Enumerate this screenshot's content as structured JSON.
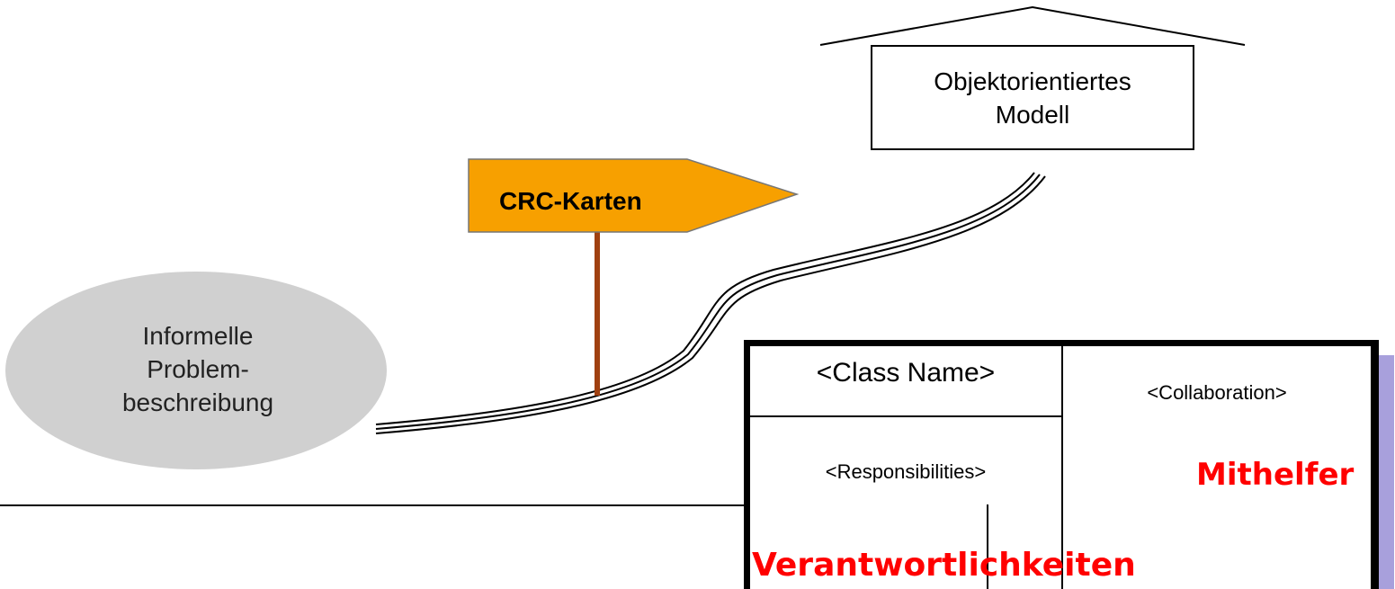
{
  "house": {
    "label_line1": "Objektorientiertes",
    "label_line2": "Modell"
  },
  "signpost": {
    "label": "CRC-Karten",
    "fill_color": "#f7a000",
    "post_color": "#a04010"
  },
  "start": {
    "label_line1": "Informelle",
    "label_line2": "Problem-",
    "label_line3": "beschreibung",
    "fill_color": "#d0d0d0"
  },
  "crc_card": {
    "class_name": "<Class Name>",
    "collaboration": "<Collaboration>",
    "responsibilities": "<Responsibilities>",
    "shadow_color": "#a8a0dc"
  },
  "annotations": {
    "collaborators": "Mithelfer",
    "responsibilities": "Verantwortlichkeiten",
    "color": "#ff0000"
  }
}
